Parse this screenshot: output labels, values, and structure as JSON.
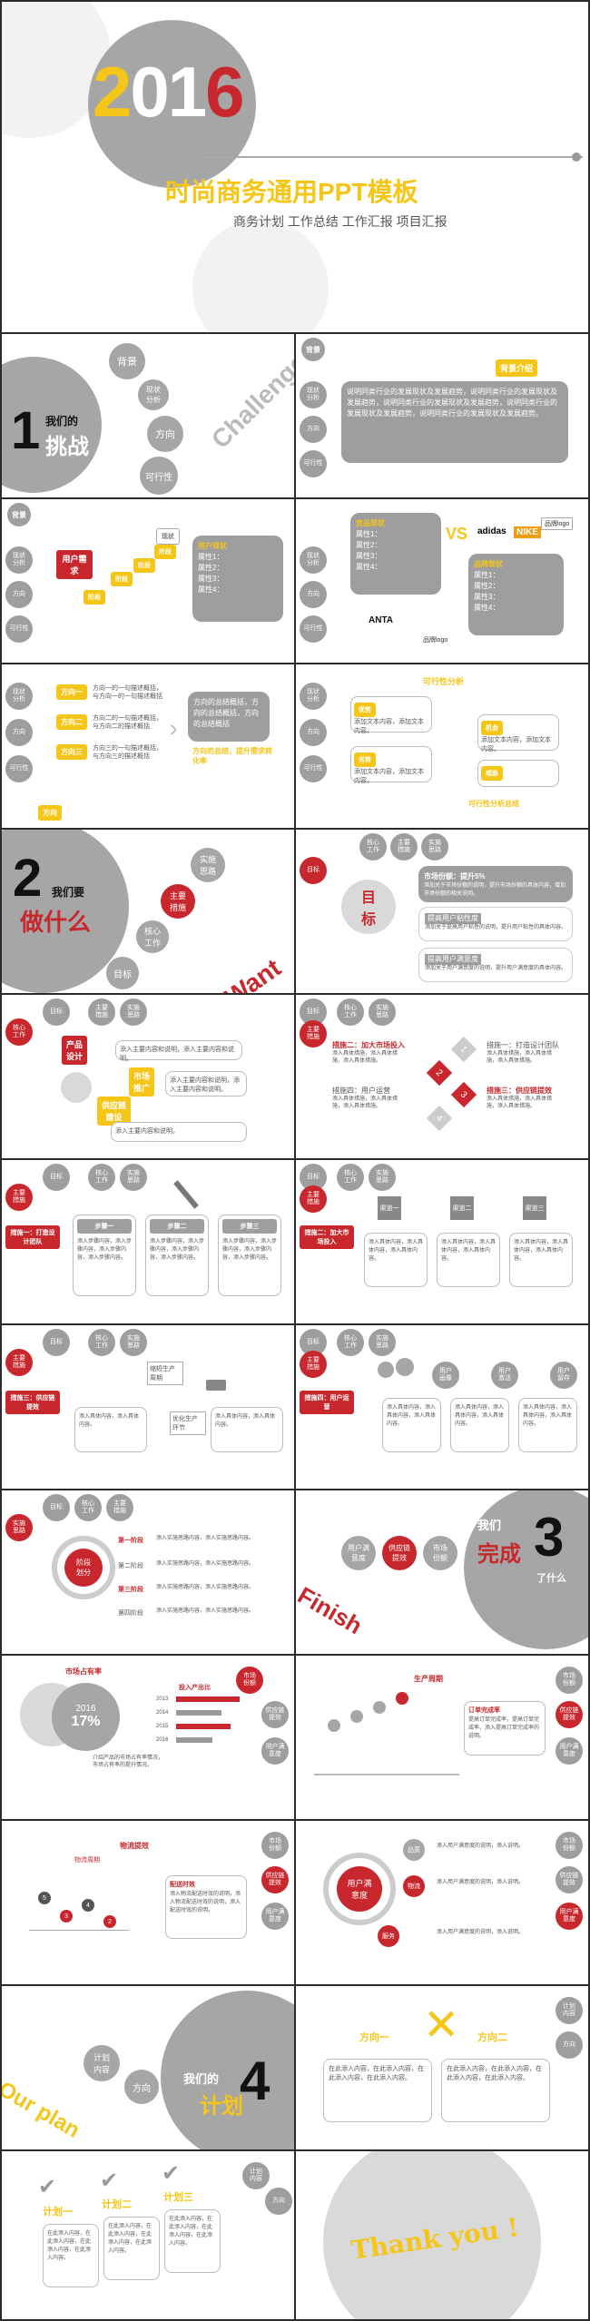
{
  "cover": {
    "year_2": "2",
    "year_0": "0",
    "year_1": "1",
    "year_6": "6",
    "title": "时尚商务通用PPT模板",
    "subtitle": "商务计划 工作总结 工作汇报 项目汇报"
  },
  "s1": {
    "num": "1",
    "line1": "我们的",
    "line2": "挑战",
    "items": [
      "背景",
      "现状\n分析",
      "方向",
      "可行性"
    ],
    "deco": "Challenge"
  },
  "s2": {
    "tag": "背景",
    "nav": [
      "现状\n分析",
      "方向",
      "可行性"
    ],
    "title": "背景介绍",
    "body": "说明同类行业的发展现状及发展趋势，说明同类行业的发展现状及发展趋势，说明同类行业的发展现状及发展趋势，说明同类行业的发展现状及发展趋势，说明同类行业的发展现状及发展趋势。"
  },
  "s3": {
    "tag": "背景",
    "nav": [
      "现状\n分析",
      "方向",
      "可行性"
    ],
    "box_title": "用户需求",
    "steps": [
      "阶段",
      "阶段",
      "阶段",
      "阶段",
      "现状"
    ],
    "legend_title": "用户现状",
    "legend": [
      "属性1：",
      "属性2：",
      "属性3：",
      "属性4："
    ]
  },
  "s4": {
    "nav": [
      "现状\n分析",
      "方向",
      "可行性"
    ],
    "vs": "VS",
    "brand_a": "ANTA",
    "brand_b": "adidas",
    "brand_c": "NIKE",
    "logo_label": "品牌logo",
    "logo_label2": "品牌logo",
    "left_title": "竞品现状",
    "left_items": [
      "属性1：",
      "属性2：",
      "属性3：",
      "属性4："
    ],
    "right_title": "品牌现状",
    "right_items": [
      "属性1：",
      "属性2：",
      "属性3：",
      "属性4："
    ]
  },
  "s5": {
    "nav": [
      "现状\n分析",
      "方向",
      "可行性"
    ],
    "labels": [
      "方向一",
      "方向二",
      "方向三"
    ],
    "texts": [
      "方向一的一句描述概括，与方向一的一句描述概括",
      "方向二的一句描述概括，与方向二的描述概括",
      "方向三的一句描述概括，与方向三的描述概括"
    ],
    "summary": "方向的总结概括，方向的总结概括，方向的总结概括",
    "result": "方向的总结，提升需求转化率",
    "footer": "方向"
  },
  "s6": {
    "nav": [
      "现状\n分析",
      "方向",
      "可行性"
    ],
    "title": "可行性分析",
    "boxes": [
      "优势",
      "劣势",
      "机会",
      "威胁"
    ],
    "text": "添加文本内容，添加文本内容。",
    "bottom": "可行性分析总结"
  },
  "s7": {
    "num": "2",
    "line1": "我们要",
    "line2": "做什么",
    "items": [
      "实施\n思路",
      "主要\n措施",
      "核心\n工作",
      "目标"
    ],
    "deco": "Want do"
  },
  "s8": {
    "nav": [
      "目标",
      "核心\n工作",
      "主要\n措施",
      "实施\n思路"
    ],
    "center": "目\n标",
    "items": [
      {
        "title": "市场份额：提升5%",
        "text": "添加关于市场份额的说明，提升市场份额的具体内容，增加市场份额的相关说明。"
      },
      {
        "title": "提高用户粘性度",
        "text": "添加关于提高用户粘性的说明，提升用户粘性的具体内容。"
      },
      {
        "title": "提高用户满意度",
        "text": "添加关于用户满意度的说明，提升用户满意度的具体内容。"
      }
    ]
  },
  "s9": {
    "nav": [
      "目标",
      "主要\n措施",
      "实施\n思路"
    ],
    "tag": "核心\n工作",
    "keys": [
      "产品\n设计",
      "市场\n推广",
      "供应链\n建设"
    ],
    "texts": [
      "添入主要内容和说明，添入主要内容和说明。",
      "添入主要内容和说明，添入主要内容和说明。",
      "添入主要内容和说明。"
    ]
  },
  "s10": {
    "nav": [
      "目标",
      "核心\n工作",
      "实施\n思路"
    ],
    "tag": "主要\n措施",
    "items": [
      "措施一：打造设计团队",
      "措施二：加大市场投入",
      "措施三：供应链提效",
      "措施四：用户运营"
    ],
    "nums": [
      "1",
      "2",
      "3",
      "4"
    ],
    "text": "添入具体措施，添入具体措施，添入具体措施。"
  },
  "s11": {
    "nav": [
      "目标",
      "核心\n工作",
      "实施\n思路"
    ],
    "tag": "主要\n措施",
    "label": "措施一：打造设计团队",
    "cols": [
      "步骤一",
      "步骤二",
      "步骤三"
    ],
    "text": "添入步骤内容，添入步骤内容，添入步骤内容，添入步骤内容。"
  },
  "s12": {
    "nav": [
      "目标",
      "核心\n工作",
      "实施\n思路"
    ],
    "tag": "主要\n措施",
    "label": "措施二：加大市场投入",
    "cols": [
      "渠道一",
      "渠道二",
      "渠道三"
    ],
    "text": "添入具体内容，添入具体内容，添入具体内容。"
  },
  "s13": {
    "nav": [
      "目标",
      "核心\n工作",
      "实施\n思路"
    ],
    "tag": "主要\n措施",
    "label": "措施三：供应链提效",
    "nodes": [
      "缩短生产周期",
      "优化生产环节"
    ],
    "text": "添入具体内容，添入具体内容。"
  },
  "s14": {
    "nav": [
      "目标",
      "核心\n工作",
      "实施\n思路"
    ],
    "tag": "主要\n措施",
    "label": "措施四：用户运营",
    "cols": [
      "用户\n画像",
      "用户\n激活",
      "用户\n留存"
    ],
    "text": "添入具体内容，添入具体内容，添入具体内容。"
  },
  "s15": {
    "nav": [
      "目标",
      "核心\n工作",
      "主要\n措施"
    ],
    "tag": "实施\n思路",
    "center": "阶段\n划分",
    "phases": [
      "第一阶段",
      "第二阶段",
      "第三阶段",
      "第四阶段"
    ],
    "text": "添入实施思路内容，添入实施思路内容。"
  },
  "s16": {
    "num": "3",
    "line1": "我们",
    "line2": "完成",
    "line3": "了什么",
    "items": [
      "用户满\n意度",
      "供应链\n提效",
      "市场\n份额"
    ],
    "deco": "Finish"
  },
  "s17": {
    "title": "市场占有率",
    "year": "2016",
    "pct": "17%",
    "bars_title": "投入产出比",
    "years": [
      "2013",
      "2014",
      "2015",
      "2016"
    ],
    "text": "介绍产品的市场占有率情况，市场占有率的提升情况。",
    "nav": [
      "市场\n份额",
      "供应链\n提效",
      "用户满\n意度"
    ]
  },
  "s18": {
    "title": "生产周期",
    "box_title": "订单完成率",
    "text": "提高订单完成率，提高订单完成率，添入提高订单完成率的说明。",
    "nav": [
      "市场\n份额",
      "供应链\n提效",
      "用户满\n意度"
    ]
  },
  "s19": {
    "title": "物流提效",
    "chart_title": "物流周期",
    "points": [
      "5",
      "3",
      "4",
      "2"
    ],
    "box_title": "配送时效",
    "text": "添入物流配送时效的说明，添入物流配送时效的说明，添入配送时效的说明。",
    "nav": [
      "市场\n份额",
      "供应链\n提效",
      "用户满\n意度"
    ]
  },
  "s20": {
    "center": "用户满\n意度",
    "nodes": [
      "品质",
      "物流",
      "服务"
    ],
    "text": "添入用户满意度的说明，添入说明。",
    "nav": [
      "市场\n份额",
      "供应链\n提效",
      "用户满\n意度"
    ]
  },
  "s21": {
    "num": "4",
    "line1": "我们的",
    "line2": "计划",
    "items": [
      "计划\n内容",
      "方向"
    ],
    "deco": "Our plan"
  },
  "s22": {
    "left": "方向一",
    "right": "方向二",
    "text": "在此添入内容，在此添入内容，在此添入内容，在此添入内容。",
    "nav": [
      "计划\n内容",
      "方向"
    ]
  },
  "s23": {
    "items": [
      "计划一",
      "计划二",
      "计划三"
    ],
    "text": "在此添入内容，在此添入内容，在此添入内容，在此添入内容。",
    "nav": [
      "计划\n内容",
      "方向"
    ]
  },
  "s24": {
    "thanks": "Thank you !"
  }
}
